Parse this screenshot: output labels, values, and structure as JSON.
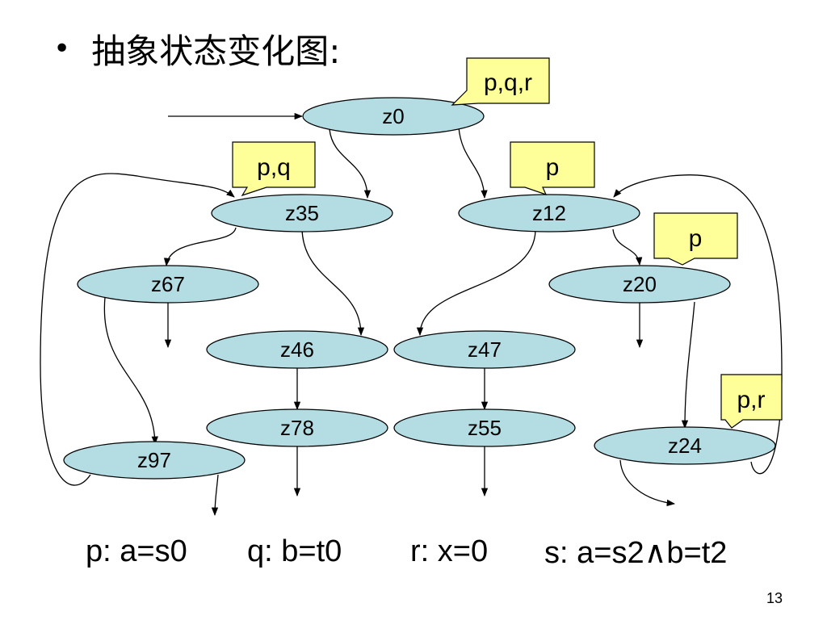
{
  "title": "抽象状态变化图:",
  "bullet": "•",
  "nodes": {
    "z0": "z0",
    "z35": "z35",
    "z12": "z12",
    "z67": "z67",
    "z20": "z20",
    "z46": "z46",
    "z47": "z47",
    "z78": "z78",
    "z55": "z55",
    "z97": "z97",
    "z24": "z24"
  },
  "callouts": {
    "z0": "p,q,r",
    "z35": "p,q",
    "z12": "p",
    "z20": "p",
    "z24": "p,r"
  },
  "legend": {
    "p": "p: a=s0",
    "q": "q: b=t0",
    "r": "r: x=0",
    "s": "s: a=s2∧b=t2"
  },
  "page_number": "13",
  "colors": {
    "node_fill": "#b4dde3",
    "callout_fill": "#ffff99",
    "stroke": "#000000"
  }
}
